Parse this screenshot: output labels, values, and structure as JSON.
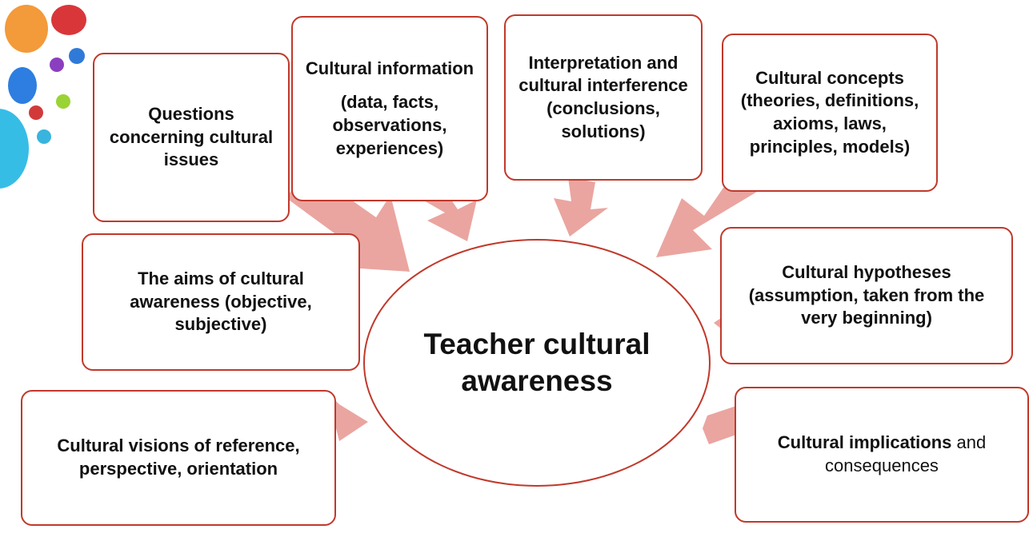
{
  "center_label": "Teacher cultural awareness",
  "boxes": {
    "questions": "Questions concerning cultural issues",
    "information_title": "Cultural information",
    "information_detail": "(data, facts, observations, experiences)",
    "interpretation": "Interpretation and cultural interference (conclusions, solutions)",
    "concepts": "Cultural concepts (theories, definitions, axioms, laws, principles, models)",
    "aims": "The aims of cultural awareness (objective, subjective)",
    "hypotheses": "Cultural hypotheses (assumption, taken from the very beginning)",
    "visions": "Cultural visions of reference, perspective, orientation",
    "implications_bold": "Cultural implications",
    "implications_rest": " and consequences"
  },
  "colors": {
    "border": "#c0392b",
    "arrow": "#eaa5a0"
  }
}
